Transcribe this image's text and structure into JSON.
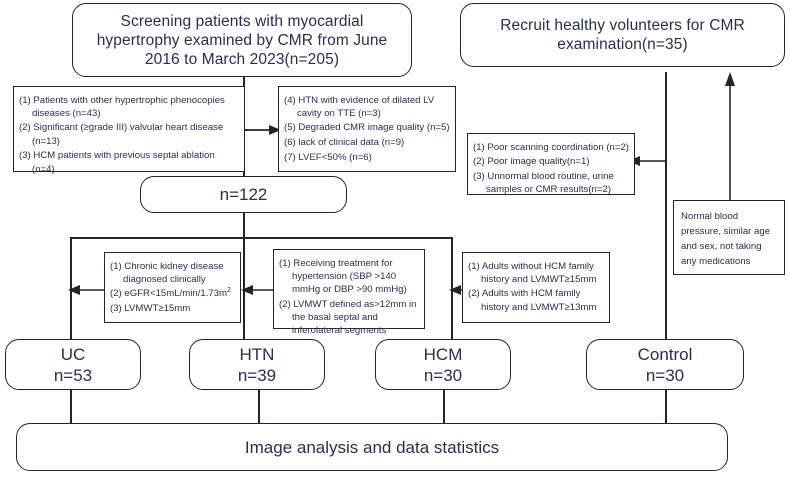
{
  "flowchart": {
    "type": "study-flow-diagram",
    "top": {
      "screening": "Screening patients with myocardial hypertrophy examined by CMR from June 2016 to March 2023(n=205)",
      "recruit": "Recruit healthy volunteers for CMR examination(n=35)"
    },
    "exclusions_left": [
      "(1) Patients with other hypertrophic phenocopies diseases (n=43)",
      "(2) Significant (≥grade III) valvular heart disease (n=13)",
      "(3) HCM patients with previous septal ablation (n=4)"
    ],
    "exclusions_right": [
      "(4) HTN with evidence of dilated LV cavity on TTE (n=3)",
      "(5) Degraded CMR image quality (n=5)",
      "(6) lack of clinical data (n=9)",
      "(7) LVEF<50% (n=6)"
    ],
    "exclusions_control": [
      "(1) Poor scanning coordination (n=2)",
      "(2) Poor image quality(n=1)",
      "(3) Unnormal blood routine, urine samples or CMR results(n=2)"
    ],
    "control_inclusion": "Normal blood pressure, similar age and sex, not taking any medications",
    "pooled": "n=122",
    "criteria_uc": [
      "(1) Chronic kidney disease diagnosed clinically",
      "(2) eGFR<15mL/min/1.73m",
      "(3) LVMWT≥15mm"
    ],
    "criteria_uc_sup": "2",
    "criteria_htn": [
      "(1) Receiving treatment for hypertension (SBP >140 mmHg or DBP >90 mmHg)",
      "(2) LVMWT defined as>12mm in the basal septal and inferolateral segments"
    ],
    "criteria_hcm": [
      "(1) Adults without HCM family history and LVMWT≥15mm",
      "(2) Adults with HCM family history and LVMWT≥13mm"
    ],
    "groups": [
      {
        "name": "UC",
        "n": "n=53"
      },
      {
        "name": "HTN",
        "n": "n=39"
      },
      {
        "name": "HCM",
        "n": "n=30"
      },
      {
        "name": "Control",
        "n": "n=30"
      }
    ],
    "bottom": "Image analysis and data statistics",
    "colors": {
      "text": "#27304f",
      "line": "#22242c",
      "background": "#ffffff"
    }
  }
}
